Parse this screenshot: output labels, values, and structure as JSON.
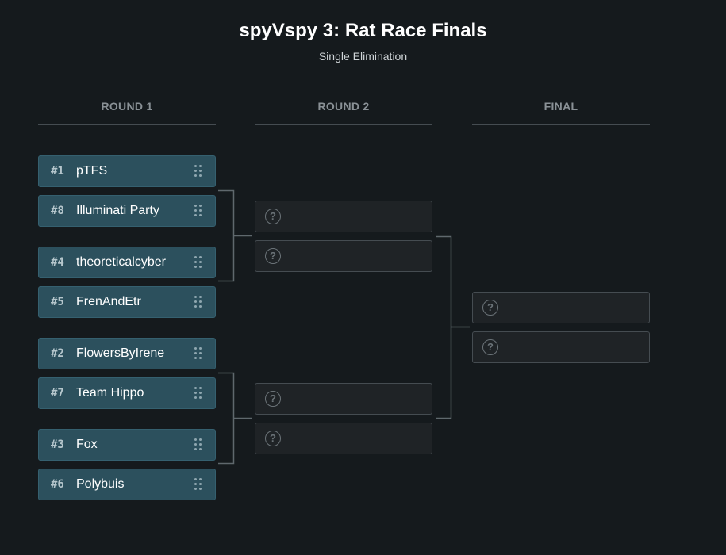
{
  "header": {
    "title": "spyVspy 3: Rat Race Finals",
    "subtitle": "Single Elimination"
  },
  "rounds": [
    {
      "label": "ROUND 1"
    },
    {
      "label": "ROUND 2"
    },
    {
      "label": "FINAL"
    }
  ],
  "round1": {
    "teams": [
      {
        "seed": "#1",
        "name": "pTFS"
      },
      {
        "seed": "#8",
        "name": "Illuminati Party"
      },
      {
        "seed": "#4",
        "name": "theoreticalcyber"
      },
      {
        "seed": "#5",
        "name": "FrenAndEtr"
      },
      {
        "seed": "#2",
        "name": "FlowersByIrene"
      },
      {
        "seed": "#7",
        "name": "Team Hippo"
      },
      {
        "seed": "#3",
        "name": "Fox"
      },
      {
        "seed": "#6",
        "name": "Polybuis"
      }
    ]
  },
  "placeholder": {
    "icon": "question-mark-circle-icon",
    "glyph": "?"
  },
  "colors": {
    "background": "#151a1d",
    "team_slot": "#2c505d",
    "empty_slot": "#1f2326",
    "connector": "#5f686d",
    "header_text": "#8a9196"
  }
}
